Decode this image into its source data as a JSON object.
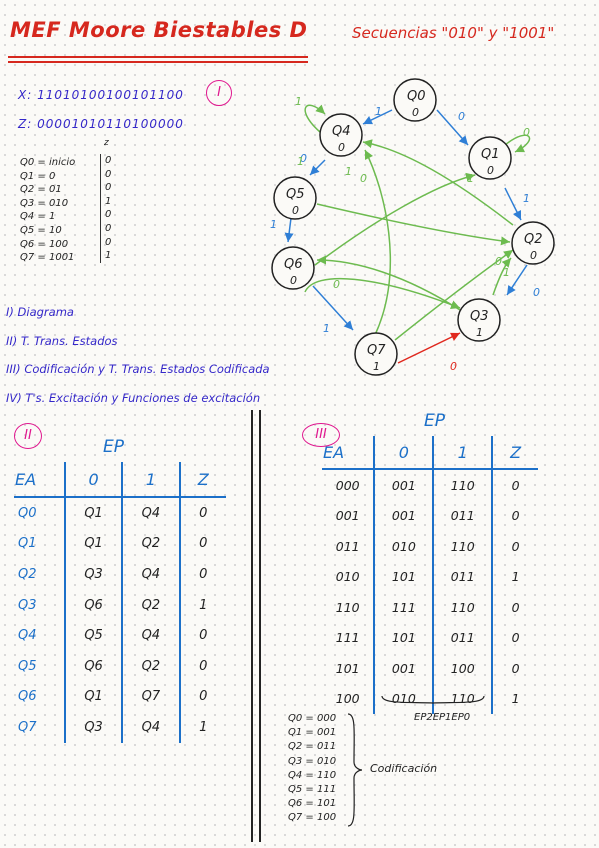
{
  "header": {
    "title": "MEF  Moore   Biestables D",
    "subtitle": "Secuencias \"010\" y \"1001\""
  },
  "sequences": {
    "x": "X: 11010100100101100",
    "z": "Z: 00001010110100000"
  },
  "encoding_list": {
    "z_header": "z",
    "items": [
      {
        "label": "Q0 = inicio",
        "z": "0"
      },
      {
        "label": "Q1 = 0",
        "z": "0"
      },
      {
        "label": "Q2 = 01",
        "z": "0"
      },
      {
        "label": "Q3 = 010",
        "z": "1"
      },
      {
        "label": "Q4 = 1",
        "z": "0"
      },
      {
        "label": "Q5 = 10",
        "z": "0"
      },
      {
        "label": "Q6 = 100",
        "z": "0"
      },
      {
        "label": "Q7 = 1001",
        "z": "1"
      }
    ]
  },
  "sections": [
    "I) Diagrama",
    "II) T. Trans. Estados",
    "III) Codificación y T. Trans. Estados Codificada",
    "IV) T's. Excitación y Funciones de excitación"
  ],
  "diagram": {
    "marker": "I",
    "states": [
      {
        "id": "Q0",
        "out": "0"
      },
      {
        "id": "Q1",
        "out": "0"
      },
      {
        "id": "Q2",
        "out": "0"
      },
      {
        "id": "Q3",
        "out": "1"
      },
      {
        "id": "Q4",
        "out": "0"
      },
      {
        "id": "Q5",
        "out": "0"
      },
      {
        "id": "Q6",
        "out": "0"
      },
      {
        "id": "Q7",
        "out": "1"
      }
    ],
    "edge_labels": [
      "1",
      "0",
      "1",
      "0",
      "1",
      "0",
      "0",
      "1",
      "1",
      "1",
      "0",
      "1",
      "0",
      "1",
      "0",
      "0",
      "1"
    ],
    "colors": {
      "blue": "#2f7fd6",
      "green": "#6dbb4f",
      "red": "#e0281e"
    }
  },
  "table2": {
    "marker": "II",
    "ep_label": "EP",
    "headers": [
      "EA",
      "0",
      "1",
      "Z"
    ],
    "rows": [
      [
        "Q0",
        "Q1",
        "Q4",
        "0"
      ],
      [
        "Q1",
        "Q1",
        "Q2",
        "0"
      ],
      [
        "Q2",
        "Q3",
        "Q4",
        "0"
      ],
      [
        "Q3",
        "Q6",
        "Q2",
        "1"
      ],
      [
        "Q4",
        "Q5",
        "Q4",
        "0"
      ],
      [
        "Q5",
        "Q6",
        "Q2",
        "0"
      ],
      [
        "Q6",
        "Q1",
        "Q7",
        "0"
      ],
      [
        "Q7",
        "Q3",
        "Q4",
        "1"
      ]
    ]
  },
  "table3": {
    "marker": "III",
    "ep_label": "EP",
    "headers": [
      "EA",
      "0",
      "1",
      "Z"
    ],
    "rows": [
      [
        "000",
        "001",
        "110",
        "0"
      ],
      [
        "001",
        "001",
        "011",
        "0"
      ],
      [
        "011",
        "010",
        "110",
        "0"
      ],
      [
        "010",
        "101",
        "011",
        "1"
      ],
      [
        "110",
        "111",
        "110",
        "0"
      ],
      [
        "111",
        "101",
        "011",
        "0"
      ],
      [
        "101",
        "001",
        "100",
        "0"
      ],
      [
        "100",
        "010",
        "110",
        "1"
      ]
    ],
    "note": "EP2EP1EP0"
  },
  "codification": {
    "label": "Codificación",
    "items": [
      "Q0 = 000",
      "Q1 = 001",
      "Q2 = 011",
      "Q3 = 010",
      "Q4 = 110",
      "Q5 = 111",
      "Q6 = 101",
      "Q7 = 100"
    ]
  }
}
